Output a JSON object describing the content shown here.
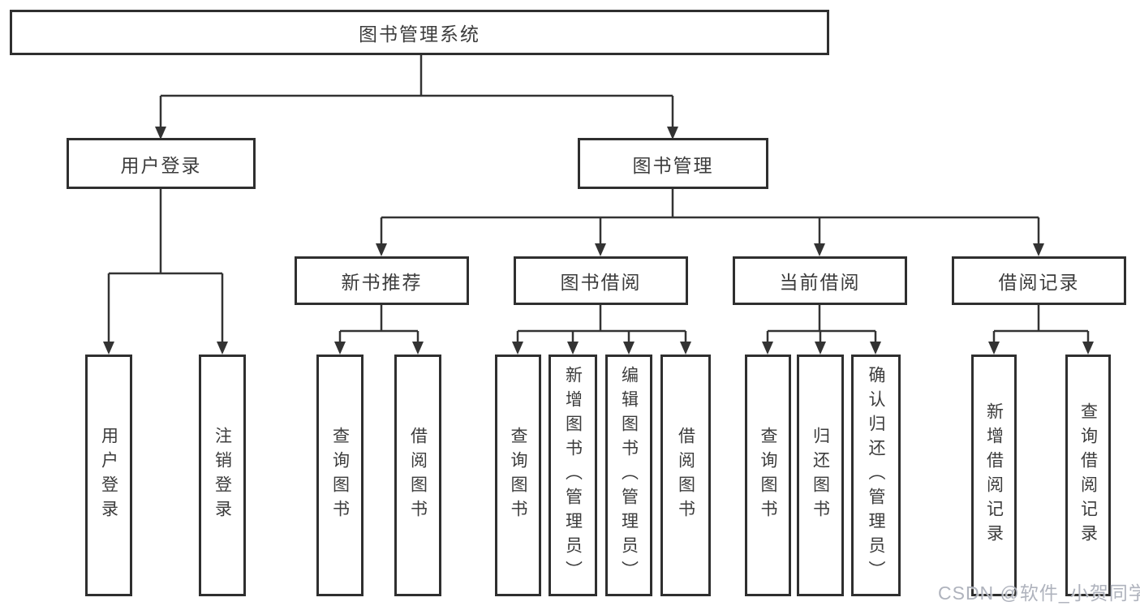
{
  "diagram": {
    "root": {
      "label": "图书管理系统"
    },
    "branches": {
      "user_login": {
        "label": "用户登录",
        "children": {
          "login": "用户登录",
          "logout": "注销登录"
        }
      },
      "book_management": {
        "label": "图书管理",
        "sections": {
          "new_book_recommend": {
            "label": "新书推荐",
            "children": {
              "query_books": "查询图书",
              "borrow_books": "借阅图书"
            }
          },
          "book_borrow": {
            "label": "图书借阅",
            "children": {
              "query_books": "查询图书",
              "add_books": "新增图书（管理员）",
              "edit_books": "编辑图书（管理员）",
              "borrow_books": "借阅图书"
            }
          },
          "current_borrow": {
            "label": "当前借阅",
            "children": {
              "query_books": "查询图书",
              "return_books": "归还图书",
              "confirm_return": "确认归还（管理员）"
            }
          },
          "borrow_records": {
            "label": "借阅记录",
            "children": {
              "add_record": "新增借阅记录",
              "query_record": "查询借阅记录"
            }
          }
        }
      }
    }
  },
  "watermark": {
    "text": "CSDN @软件_小贺同学"
  },
  "colors": {
    "line": "#333333",
    "box_border": "#2f2f2f",
    "text": "#3c3c3c",
    "background": "#ffffff",
    "watermark": "#a8adb7"
  }
}
